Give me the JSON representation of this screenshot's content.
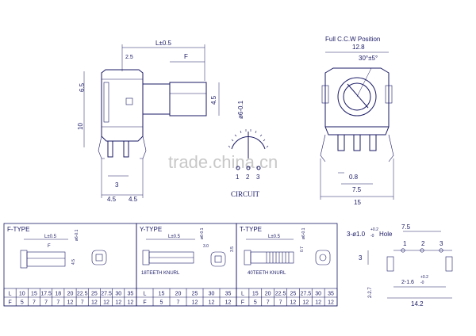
{
  "watermark": "trade.china.cn",
  "side_view": {
    "length_label": "L±0.5",
    "flat_label": "F",
    "dims": {
      "top_2_5": "2.5",
      "h_6_5": "6.5",
      "h_10": "10",
      "d_4_5": "4.5",
      "shaft_dia": "ø6-0.1",
      "b_3": "3",
      "b_4_5a": "4.5",
      "b_4_5b": "4.5"
    }
  },
  "front_view": {
    "title": "Full C.C.W Position",
    "angle": "30°±5°",
    "dims": {
      "w_12_8": "12.8",
      "w_0_8": "0.8",
      "w_7_5": "7.5",
      "w_15": "15"
    }
  },
  "circuit": {
    "label": "CIRCUIT",
    "pins": [
      "1",
      "2",
      "3"
    ]
  },
  "types": [
    {
      "title": "F-TYPE",
      "length_label": "L±0.5",
      "flat_label": "F",
      "dia": "ø6-0.1",
      "side_dim": "4.5",
      "knurl": "",
      "table": {
        "row_l_label": "L",
        "row_f_label": "F",
        "l": [
          "10",
          "15",
          "17.5",
          "18",
          "20",
          "22.5",
          "25",
          "27.5",
          "30",
          "35"
        ],
        "f": [
          "5",
          "7",
          "7",
          "7",
          "12",
          "7",
          "12",
          "12",
          "12",
          "12"
        ]
      }
    },
    {
      "title": "Y-TYPE",
      "length_label": "L±0.5",
      "flat_label": "",
      "dia": "ø6-0.1",
      "side_dim": "3.5",
      "top_dim": "3.0",
      "knurl": "18TEETH KNURL",
      "table": {
        "row_l_label": "L",
        "row_f_label": "F",
        "l": [
          "15",
          "20",
          "25",
          "30",
          "35"
        ],
        "f": [
          "5",
          "7",
          "12",
          "12",
          "12"
        ]
      }
    },
    {
      "title": "T-TYPE",
      "length_label": "L±0.5",
      "flat_label": "",
      "dia": "ø6-0.1",
      "side_dim": "0.7",
      "knurl": "40TEETH KNURL",
      "table": {
        "row_l_label": "L",
        "row_f_label": "F",
        "l": [
          "15",
          "20",
          "22.5",
          "25",
          "27.5",
          "30",
          "35"
        ],
        "f": [
          "5",
          "7",
          "7",
          "12",
          "12",
          "12",
          "12"
        ]
      }
    }
  ],
  "pcb": {
    "hole_label": "3-ø1.0",
    "hole_tol": "+0.2",
    "hole_tol2": "-0",
    "hole_word": "Hole",
    "pins": [
      "1",
      "2",
      "3"
    ],
    "dims": {
      "w_7_5": "7.5",
      "h_3": "3",
      "pitch": "2-1.6",
      "pitch_tol": "+0.2",
      "pitch_tol2": "-0",
      "h_2_7": "2-2.7",
      "w_14_2": "14.2"
    }
  }
}
